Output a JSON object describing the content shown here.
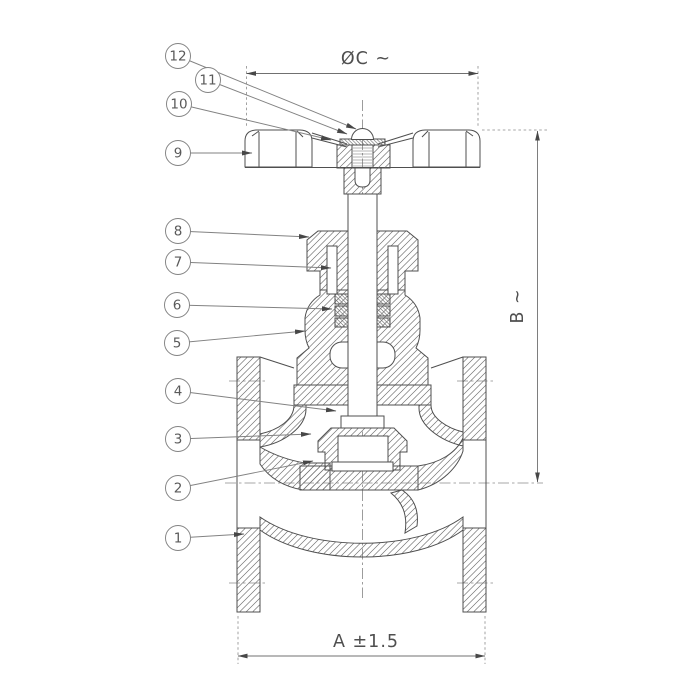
{
  "drawing": {
    "kind": "sectional technical drawing",
    "colors": {
      "background": "#ffffff",
      "part_line": "#4f4f4f",
      "annotation_line": "#828282",
      "centerline": "#8b8b8b",
      "hatch": "#6f6f6f",
      "text": "#4f4f4f"
    },
    "dimensions": {
      "top": {
        "label": "ØC ~"
      },
      "right": {
        "label": "B ~"
      },
      "bottom": {
        "label": "A ±1.5"
      }
    },
    "callouts": [
      {
        "label": "12"
      },
      {
        "label": "11"
      },
      {
        "label": "10"
      },
      {
        "label": "9"
      },
      {
        "label": "8"
      },
      {
        "label": "7"
      },
      {
        "label": "6"
      },
      {
        "label": "5"
      },
      {
        "label": "4"
      },
      {
        "label": "3"
      },
      {
        "label": "2"
      },
      {
        "label": "1"
      }
    ]
  }
}
